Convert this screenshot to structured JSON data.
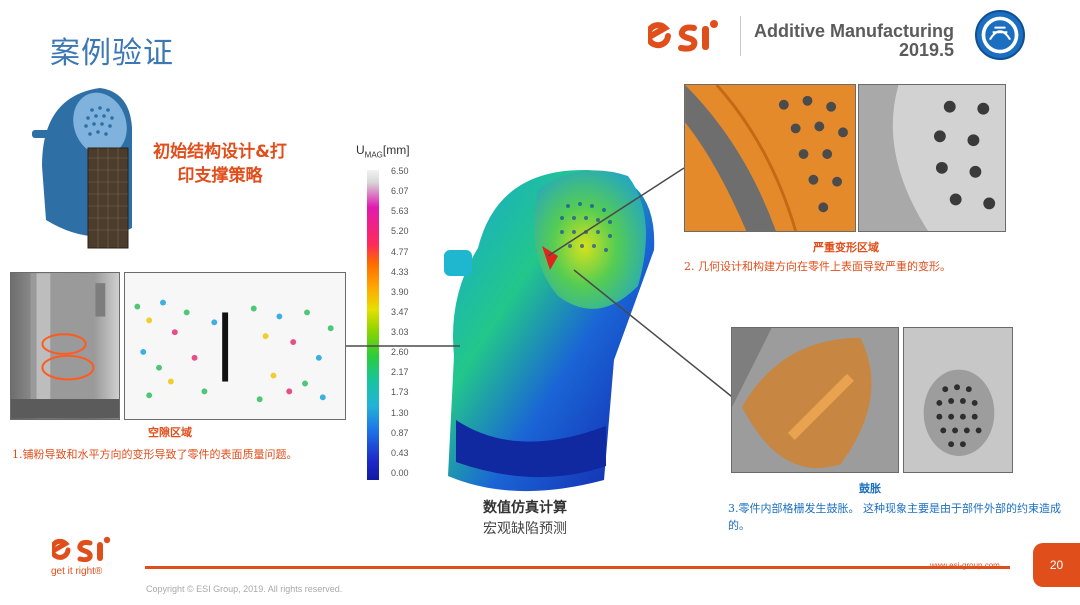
{
  "header": {
    "title": "案例验证",
    "event_name": "Additive Manufacturing",
    "event_date": "2019.5"
  },
  "labels": {
    "design_strategy": "初始结构设计&打印支撑策略",
    "void_zone": "空隙区域",
    "void_desc": "1.铺粉导致和水平方向的变形导致了零件的表面质量问题。",
    "severe_zone": "严重变形区域",
    "severe_desc": "2. 几何设计和构建方向在零件上表面导致严重的变形。",
    "bulge": "鼓胀",
    "bulge_desc": "3.零件内部格栅发生鼓胀。 这种现象主要是由于部件外部的约束造成的。",
    "simulation": "数值仿真计算",
    "macro_defect": "宏观缺陷预测"
  },
  "legend": {
    "title_main": "U",
    "title_sub": "MAG",
    "title_unit": "[mm]",
    "ticks": [
      "6.50",
      "6.07",
      "5.63",
      "5.20",
      "4.77",
      "4.33",
      "3.90",
      "3.47",
      "3.03",
      "2.60",
      "2.17",
      "1.73",
      "1.30",
      "0.87",
      "0.43",
      "0.00"
    ]
  },
  "footer": {
    "tagline": "get it right®",
    "url": "www.esi-group.com",
    "page_number": "20",
    "copyright": "Copyright © ESI Group, 2019. All rights reserved."
  },
  "colors": {
    "brand_orange": "#e04e1b",
    "title_blue": "#3b78b5",
    "accent_blue": "#1c6fc0"
  }
}
